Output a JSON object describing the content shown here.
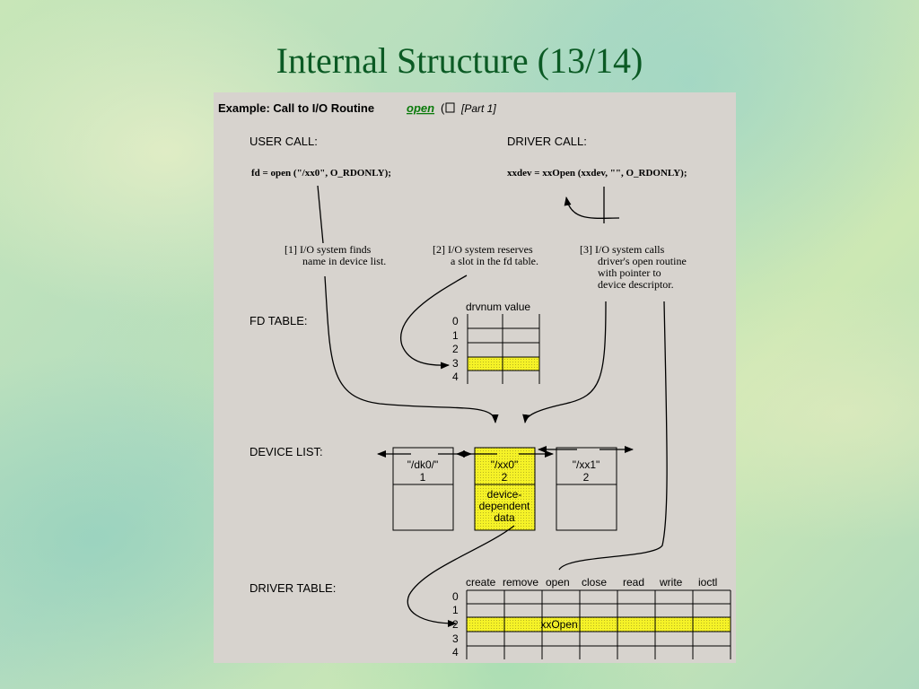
{
  "slide_title": "Internal Structure (13/14)",
  "example_label": "Example: Call to I/O Routine",
  "example_function": "open",
  "example_suffix_open": "(",
  "example_part": "[Part 1]",
  "user_call_label": "USER CALL:",
  "user_call_code": "fd = open (\"/xx0\", O_RDONLY);",
  "driver_call_label": "DRIVER CALL:",
  "driver_call_code": "xxdev = xxOpen (xxdev, \"\", O_RDONLY);",
  "step1": [
    "[1] I/O system finds",
    "name in device list."
  ],
  "step2": [
    "[2] I/O system reserves",
    "a slot in the fd table."
  ],
  "step3": [
    "[3] I/O system calls",
    "driver's open routine",
    "with pointer to",
    "device descriptor."
  ],
  "fd_table": {
    "label": "FD TABLE:",
    "header": "drvnum value",
    "rows": [
      "0",
      "1",
      "2",
      "3",
      "4"
    ],
    "highlight_row": 3
  },
  "device_list": {
    "label": "DEVICE LIST:",
    "devices": [
      {
        "name": "\"/dk0/\"",
        "num": "1"
      },
      {
        "name": "\"/xx0\"",
        "num": "2",
        "extra": [
          "device-",
          "dependent",
          "data"
        ]
      },
      {
        "name": "\"/xx1\"",
        "num": "2"
      }
    ]
  },
  "driver_table": {
    "label": "DRIVER TABLE:",
    "columns": [
      "create",
      "remove",
      "open",
      "close",
      "read",
      "write",
      "ioctl"
    ],
    "rows": [
      "0",
      "1",
      "2",
      "3",
      "4"
    ],
    "highlight_row": 2,
    "highlight_text": "xxOpen"
  },
  "colors": {
    "title": "#0b5a24",
    "panel": "#d7d3ce",
    "highlight": "#f5f227",
    "link": "#0a7a0a"
  }
}
